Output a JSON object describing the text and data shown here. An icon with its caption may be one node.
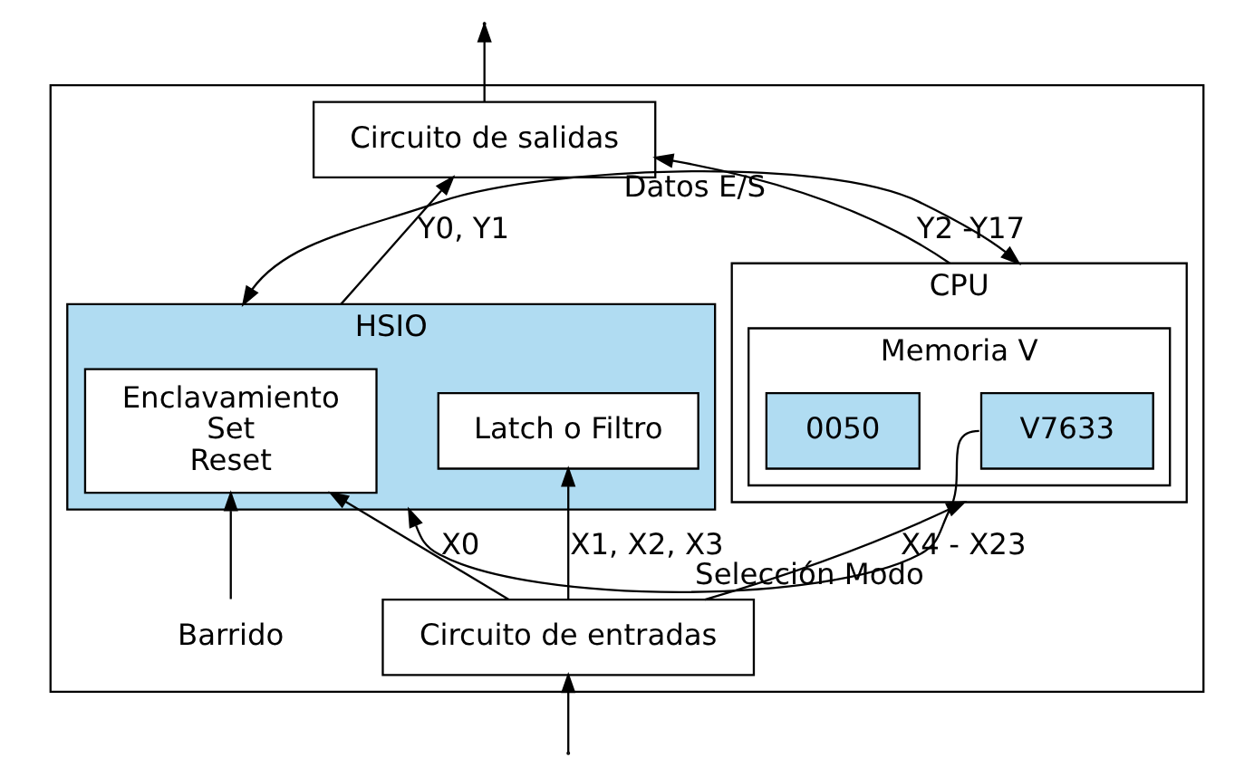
{
  "diagram": {
    "nodes": [
      {
        "text": [],
        "shape": "box"
      },
      {
        "text": [
          "Circuito de salidas"
        ],
        "in": 0
      },
      {
        "text": [
          "HSIO"
        ],
        "in": 0
      },
      {
        "text": [
          "Enclavamiento",
          "Set",
          "Reset"
        ],
        "in": 2
      },
      {
        "text": [
          "Latch o Filtro"
        ],
        "in": 2
      },
      {
        "text": [
          "CPU"
        ],
        "in": 0
      },
      {
        "text": [
          "Memoria V"
        ],
        "in": 5
      },
      {
        "text": [
          "V7633"
        ],
        "in": 6
      },
      {
        "text": [
          "0050"
        ],
        "in": 6
      },
      {
        "text": [
          "Circuito de entradas"
        ],
        "in": 0
      },
      {
        "text": [
          "Barrido"
        ],
        "in": 0
      }
    ],
    "edges": [
      {
        "from": 1,
        "to": null,
        "arrow": "to"
      },
      {
        "from": 2,
        "to": 1,
        "arrow": "to",
        "label": "Y0, Y1"
      },
      {
        "from": 5,
        "to": 1,
        "arrow": "to",
        "label": "Y2 -Y17"
      },
      {
        "from": 2,
        "to": 5,
        "arrow": "both",
        "label": "Datos E/S"
      },
      {
        "from": 7,
        "to": 2,
        "arrow": "to",
        "label": "Selección Modo"
      },
      {
        "from": 9,
        "to": 3,
        "arrow": "to",
        "label": "X0"
      },
      {
        "from": 10,
        "to": 3,
        "arrow": "to"
      },
      {
        "from": 9,
        "to": 4,
        "arrow": "to",
        "label": "X1, X2, X3"
      },
      {
        "from": 9,
        "to": 5,
        "arrow": "to",
        "label": "X4 - X23"
      },
      {
        "from": null,
        "to": 9,
        "arrow": "to"
      }
    ]
  }
}
